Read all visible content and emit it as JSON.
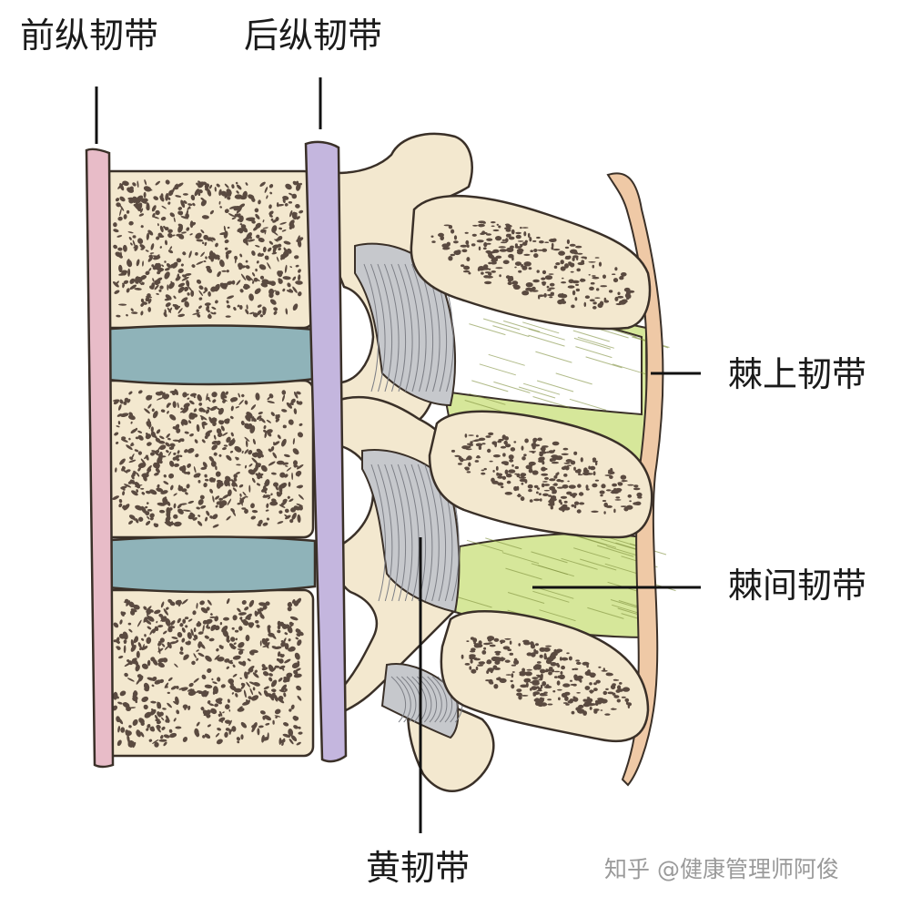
{
  "labels": {
    "anterior_longitudinal": "前纵韧带",
    "posterior_longitudinal": "后纵韧带",
    "supraspinous": "棘上韧带",
    "interspinous": "棘间韧带",
    "ligamentum_flavum": "黄韧带"
  },
  "watermark": "知乎 @健康管理师阿俊",
  "colors": {
    "bone": "#f3e8cf",
    "bone_outline": "#3a3028",
    "cancellous": "#5a4a40",
    "disc": "#8fb3b9",
    "anterior_ligament": "#e8bcc8",
    "posterior_ligament": "#c4b6de",
    "ligamentum_flavum": "#c6c8cc",
    "interspinous": "#d6e79a",
    "supraspinous": "#efc9a6"
  }
}
